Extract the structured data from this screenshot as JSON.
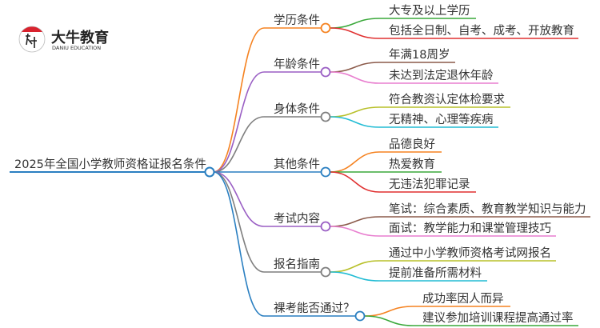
{
  "logo": {
    "name": "大牛教育",
    "subtitle": "DANIU EDUCATION",
    "mark": "大牛"
  },
  "root": {
    "label": "2025年全国小学教师资格证报名条件",
    "color": "#2a7fc1"
  },
  "branches": [
    {
      "label": "学历条件",
      "color": "#f58220",
      "leaves": [
        {
          "label": "大专及以上学历",
          "color": "#3aa83a"
        },
        {
          "label": "包括全日制、自考、成考、开放教育",
          "color": "#e03030"
        }
      ]
    },
    {
      "label": "年龄条件",
      "color": "#9a5fc4",
      "leaves": [
        {
          "label": "年满18周岁",
          "color": "#8b5a4a"
        },
        {
          "label": "未达到法定退休年龄",
          "color": "#e87fcf"
        }
      ]
    },
    {
      "label": "身体条件",
      "color": "#7f7f7f",
      "leaves": [
        {
          "label": "符合教资认定体检要求",
          "color": "#b8c02a"
        },
        {
          "label": "无精神、心理等疾病",
          "color": "#22bcd4"
        }
      ]
    },
    {
      "label": "其他条件",
      "color": "#2a7fc1",
      "leaves": [
        {
          "label": "品德良好",
          "color": "#f58220"
        },
        {
          "label": "热爱教育",
          "color": "#3aa83a"
        },
        {
          "label": "无违法犯罪记录",
          "color": "#e03030"
        }
      ]
    },
    {
      "label": "考试内容",
      "color": "#9a5fc4",
      "leaves": [
        {
          "label": "笔试：综合素质、教育教学知识与能力",
          "color": "#8b5a4a"
        },
        {
          "label": "面试：教学能力和课堂管理技巧",
          "color": "#e87fcf"
        }
      ]
    },
    {
      "label": "报名指南",
      "color": "#7f7f7f",
      "leaves": [
        {
          "label": "通过中小学教师资格考试网报名",
          "color": "#b8c02a"
        },
        {
          "label": "提前准备所需材料",
          "color": "#22bcd4"
        }
      ]
    },
    {
      "label": "裸考能否通过？",
      "color": "#2a7fc1",
      "leaves": [
        {
          "label": "成功率因人而异",
          "color": "#f58220"
        },
        {
          "label": "建议参加培训课程提高通过率",
          "color": "#3aa83a"
        }
      ]
    }
  ]
}
